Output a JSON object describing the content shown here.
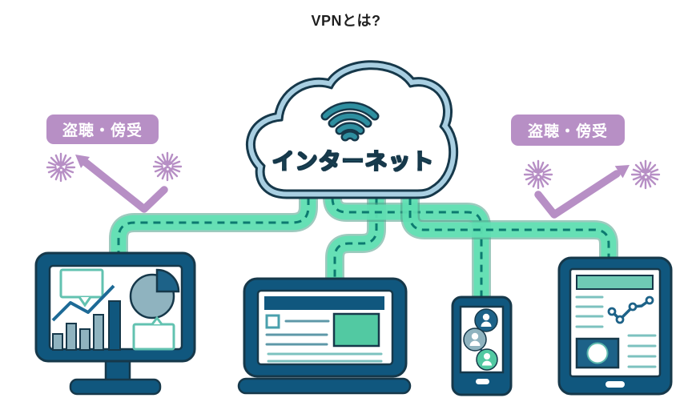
{
  "title": "VPNとは?",
  "cloud": {
    "label": "インターネット",
    "icon": "wifi-icon"
  },
  "threats": {
    "left": {
      "label": "盗聴・傍受",
      "icons": [
        "virus-icon",
        "virus-icon",
        "arrow-up-left-icon"
      ]
    },
    "right": {
      "label": "盗聴・傍受",
      "icons": [
        "virus-icon",
        "virus-icon",
        "arrow-up-right-icon"
      ]
    }
  },
  "devices": [
    {
      "id": "desktop-monitor",
      "icon": "desktop-monitor-icon",
      "screen_content": [
        "speech-bubble-icon",
        "line-chart-icon",
        "bar-chart-icon",
        "pie-chart-icon",
        "speech-bubble-icon"
      ]
    },
    {
      "id": "laptop",
      "icon": "laptop-icon",
      "screen_content": [
        "header-bar",
        "checkbox-icon",
        "text-lines",
        "image-placeholder"
      ]
    },
    {
      "id": "smartphone",
      "icon": "smartphone-icon",
      "screen_content": [
        "user-network-icon"
      ]
    },
    {
      "id": "tablet",
      "icon": "tablet-icon",
      "screen_content": [
        "header-bar",
        "text-lines",
        "dot-line-chart-icon",
        "video-player-icon",
        "text-lines"
      ]
    }
  ],
  "connections": {
    "style": "vpn-tunnel-dashed",
    "count": 4
  },
  "colors": {
    "device_frame_blue": "#10577e",
    "outline_dark": "#16384a",
    "accent_dark_blue": "#1d6288",
    "gray_blue": "#8fb3bf",
    "tunnel_mint": "#5fe3b4",
    "tunnel_dash_teal": "#0c7a70",
    "mint_fill": "#52c9a2",
    "teal_line": "#62c2b0",
    "cloud_border_blue": "#a9cfe2",
    "wifi_teal": "#2e8fa0",
    "threat_purple": "#b78fc5",
    "title_text": "#1f1f1f",
    "badge_text": "#ffffff"
  }
}
